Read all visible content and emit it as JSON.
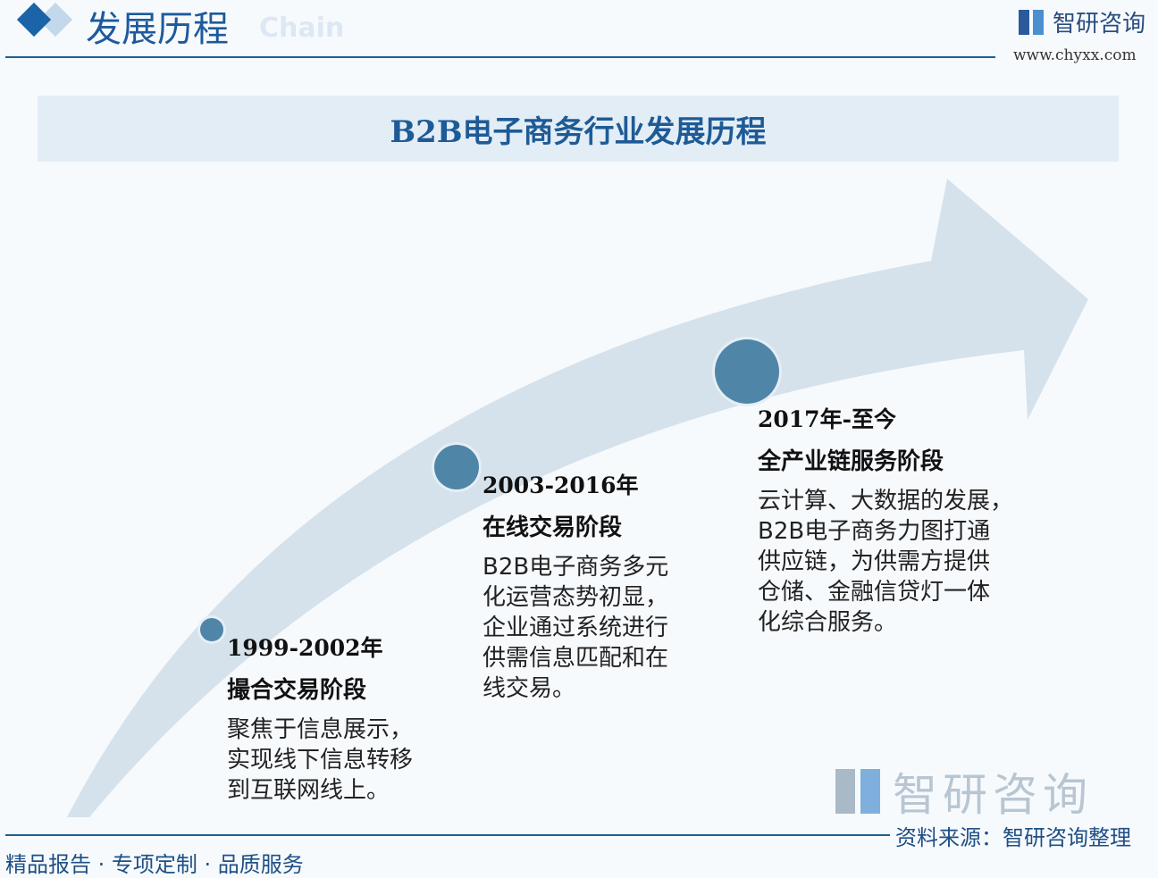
{
  "header": {
    "title": "发展历程",
    "ghost_text": "Chain",
    "brand": "智研咨询",
    "url": "www.chyxx.com"
  },
  "banner": {
    "title": "B2B电子商务行业发展历程"
  },
  "stages": [
    {
      "years": "1999-2002年",
      "name": "撮合交易阶段",
      "desc": [
        "聚焦于信息展示，",
        "实现线下信息转移",
        "到互联网线上。"
      ]
    },
    {
      "years": "2003-2016年",
      "name": "在线交易阶段",
      "desc": [
        "B2B电子商务多元",
        "化运营态势初显，",
        "企业通过系统进行",
        "供需信息匹配和在",
        "线交易。"
      ]
    },
    {
      "years": "2017年-至今",
      "name": "全产业链服务阶段",
      "desc": [
        "云计算、大数据的发展，",
        "B2B电子商务力图打通",
        "供应链，为供需方提供",
        "仓储、金融信贷灯一体",
        "化综合服务。"
      ]
    }
  ],
  "footer": {
    "slogan": "精品报告 · 专项定制 · 品质服务",
    "source": "资料来源：智研咨询整理",
    "watermark": "智研咨询"
  },
  "colors": {
    "accent": "#1d5a9c",
    "dot": "#4f86a8",
    "arrow": "#d5e2ec"
  }
}
